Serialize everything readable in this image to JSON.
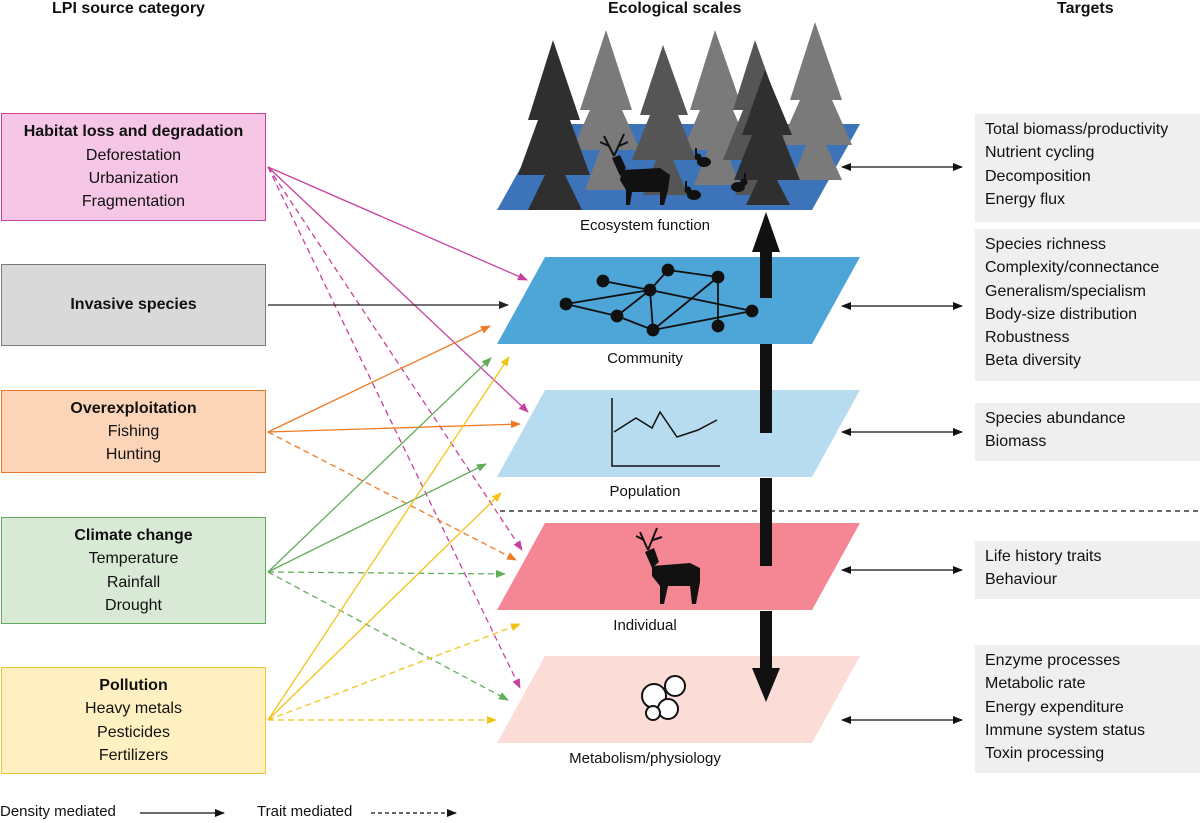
{
  "headers": {
    "sources": "LPI source category",
    "scales": "Ecological scales",
    "targets": "Targets"
  },
  "sources": [
    {
      "title": "Habitat loss and degradation",
      "items": [
        "Deforestation",
        "Urbanization",
        "Fragmentation"
      ],
      "fill": "#f5c6e6",
      "stroke": "#c8409e"
    },
    {
      "title": "Invasive species",
      "items": [],
      "fill": "#d9d9d9",
      "stroke": "#7a7a7a"
    },
    {
      "title": "Overexploitation",
      "items": [
        "Fishing",
        "Hunting"
      ],
      "fill": "#fcd5b9",
      "stroke": "#e4772b"
    },
    {
      "title": "Climate change",
      "items": [
        "Temperature",
        "Rainfall",
        "Drought"
      ],
      "fill": "#d8ead5",
      "stroke": "#64ab5f"
    },
    {
      "title": "Pollution",
      "items": [
        "Heavy metals",
        "Pesticides",
        "Fertilizers"
      ],
      "fill": "#fff0c1",
      "stroke": "#f2c430"
    }
  ],
  "layers": [
    {
      "label": "Ecosystem function",
      "color": "#3d73b8"
    },
    {
      "label": "Community",
      "color": "#4ea5d8"
    },
    {
      "label": "Population",
      "color": "#b7dcf0"
    },
    {
      "label": "Individual",
      "color": "#f58795"
    },
    {
      "label": "Metabolism/physiology",
      "color": "#fbdcd7"
    }
  ],
  "targets": [
    [
      "Total biomass/productivity",
      "Nutrient cycling",
      "Decomposition",
      "Energy flux"
    ],
    [
      "Species richness",
      "Complexity/connectance",
      "Generalism/specialism",
      "Body-size distribution",
      "Robustness",
      "Beta diversity"
    ],
    [
      "Species abundance",
      "Biomass"
    ],
    [
      "Life history traits",
      "Behaviour"
    ],
    [
      "Enzyme processes",
      "Metabolic rate",
      "Energy expenditure",
      "Immune system status",
      "Toxin processing"
    ]
  ],
  "legend": {
    "density": "Density mediated",
    "trait": "Trait mediated"
  },
  "arrow_colors": {
    "habitat": "#c8409e",
    "invasive": "#222222",
    "overexploitation": "#ef7a24",
    "climate": "#63ac5c",
    "pollution": "#f2c417"
  },
  "connections": [
    {
      "from": "habitat",
      "to": "Community",
      "style": "solid"
    },
    {
      "from": "habitat",
      "to": "Population",
      "style": "solid"
    },
    {
      "from": "habitat",
      "to": "Individual",
      "style": "dashed"
    },
    {
      "from": "habitat",
      "to": "Metabolism/physiology",
      "style": "dashed"
    },
    {
      "from": "invasive",
      "to": "Community",
      "style": "solid"
    },
    {
      "from": "overexploitation",
      "to": "Community",
      "style": "solid"
    },
    {
      "from": "overexploitation",
      "to": "Population",
      "style": "solid"
    },
    {
      "from": "overexploitation",
      "to": "Individual",
      "style": "dashed"
    },
    {
      "from": "climate",
      "to": "Community",
      "style": "solid"
    },
    {
      "from": "climate",
      "to": "Population",
      "style": "solid"
    },
    {
      "from": "climate",
      "to": "Individual",
      "style": "dashed"
    },
    {
      "from": "climate",
      "to": "Metabolism/physiology",
      "style": "dashed"
    },
    {
      "from": "pollution",
      "to": "Community",
      "style": "solid"
    },
    {
      "from": "pollution",
      "to": "Population",
      "style": "solid"
    },
    {
      "from": "pollution",
      "to": "Individual",
      "style": "dashed"
    },
    {
      "from": "pollution",
      "to": "Metabolism/physiology",
      "style": "dashed"
    }
  ]
}
